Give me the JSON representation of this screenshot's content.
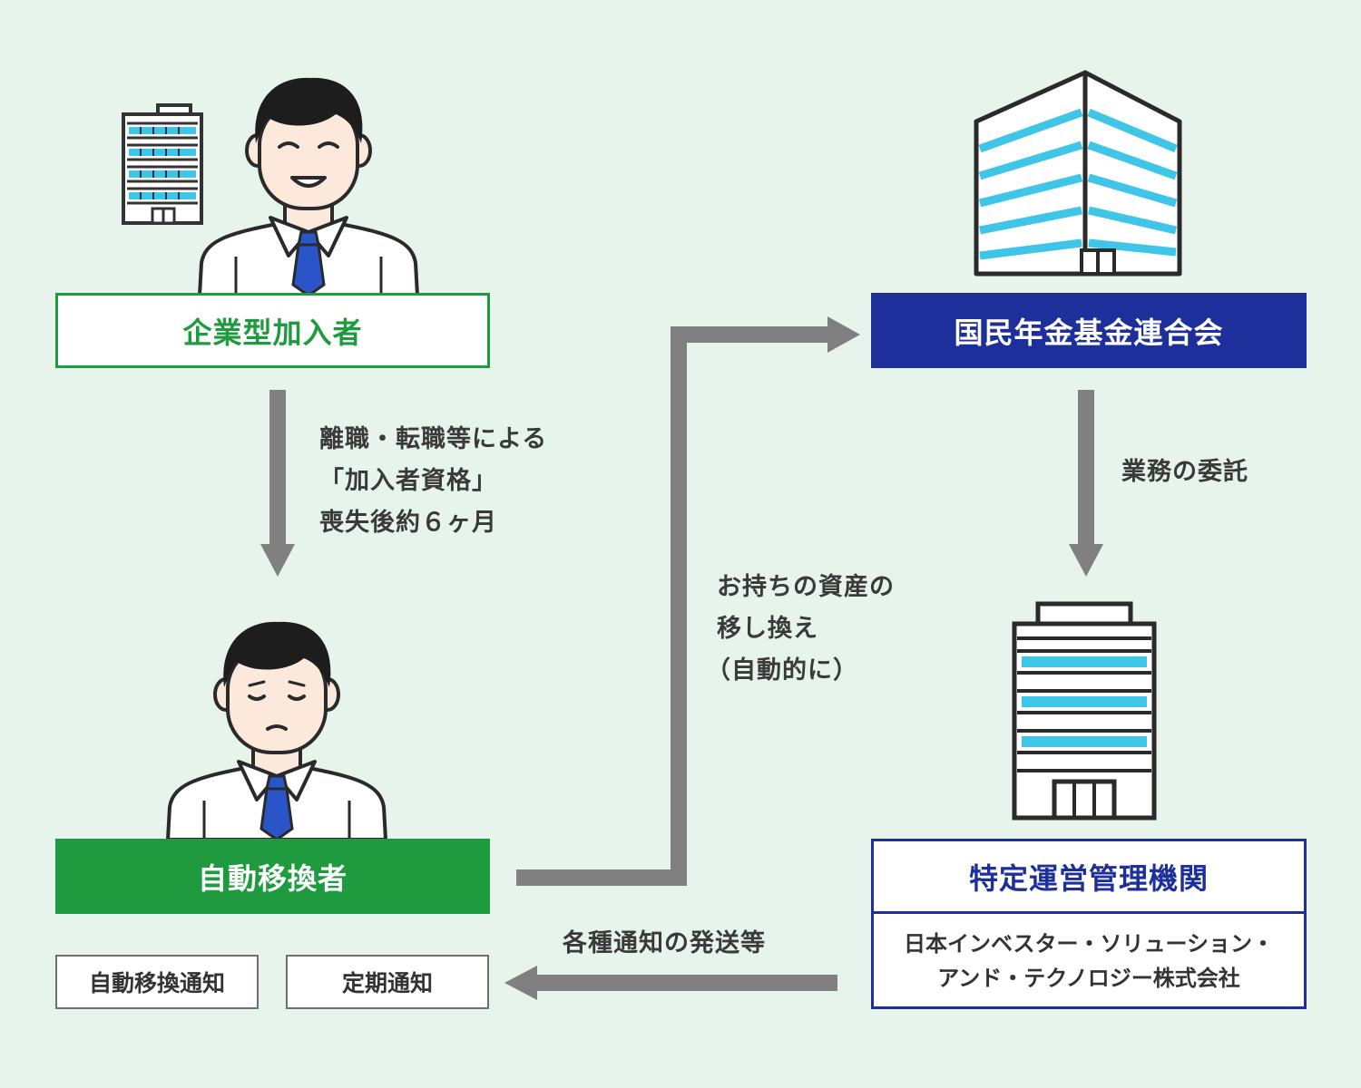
{
  "nodes": {
    "corporate_member": "企業型加入者",
    "auto_transferee": "自動移換者",
    "npfa": "国民年金基金連合会",
    "designated_agency": "特定運営管理機関",
    "agency_company_line1": "日本インベスター・ソリューション・",
    "agency_company_line2": "アンド・テクノロジー株式会社",
    "notice_auto_transfer": "自動移換通知",
    "notice_periodic": "定期通知"
  },
  "edges": {
    "loss_eligibility": [
      "離職・転職等による",
      "「加入者資格」",
      "喪失後約６ヶ月"
    ],
    "asset_transfer": [
      "お持ちの資産の",
      "移し換え",
      "（自動的に）"
    ],
    "outsourcing": "業務の委託",
    "notifications": "各種通知の発送等"
  },
  "colors": {
    "green": "#1f9a3f",
    "navy": "#1c2f9b",
    "arrow": "#808080",
    "background": "#e6f4ec",
    "window_blue": "#3ec5e8",
    "tie_blue": "#2a55c9"
  },
  "icons": [
    "office-building-icon",
    "smiling-businessman-icon",
    "worried-businessman-icon",
    "npfa-building-icon",
    "agency-building-icon"
  ]
}
